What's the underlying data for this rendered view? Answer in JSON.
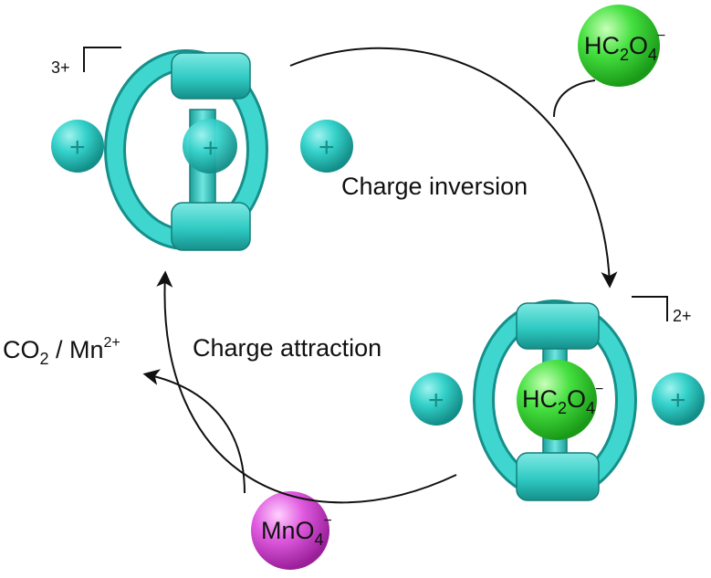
{
  "labels": {
    "charge_inversion": "Charge inversion",
    "charge_attraction": "Charge attraction"
  },
  "charges": {
    "top_cage": "3+",
    "bottom_cage": "2+"
  },
  "products": {
    "co2": "CO",
    "co2_sub": "2",
    "separator": " / Mn",
    "mn_sup": "2+"
  },
  "ions": {
    "oxalate": {
      "main": "HC",
      "sub1": "2",
      "mid": "O",
      "sub2": "4",
      "sup": "−"
    },
    "permanganate": {
      "main": "MnO",
      "sub": "4",
      "sup": "−"
    }
  },
  "plus_sign": "+",
  "colors": {
    "cage": "#2fd3cd",
    "cage_dark": "#1a9f99",
    "oxalate": "#3ddc3a",
    "permanganate": "#e054e0"
  }
}
